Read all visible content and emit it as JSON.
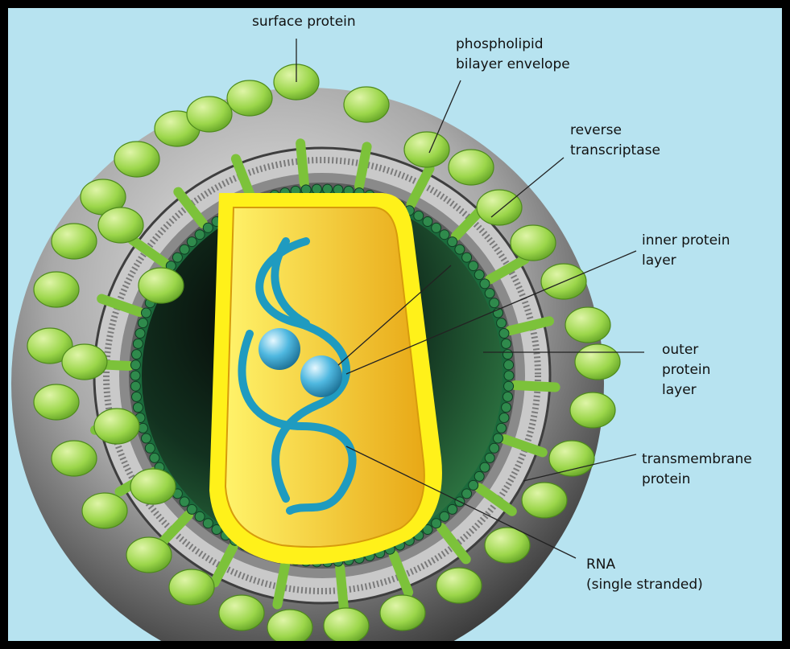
{
  "diagram": {
    "colors": {
      "background": "#b7e3f0",
      "frame": "#000000",
      "envelope_grey": "#8a8a8a",
      "shell_dark": "#3e3e3e",
      "protein_green": "#9bd64a",
      "protein_green_edge": "#4e8a1c",
      "capsid_yellow": "#ffe23a",
      "capsid_gold": "#f0b21f",
      "interior_dark": "#0e2a1c",
      "interior_green": "#2f7a44",
      "rna_blue": "#1f9bc0",
      "enzyme_blue": "#4fb8e0"
    },
    "labels": {
      "surface_protein": "surface protein",
      "phospholipid_1": "phospholipid",
      "phospholipid_2": "bilayer envelope",
      "reverse_1": "reverse",
      "reverse_2": "transcriptase",
      "inner_1": "inner protein",
      "inner_2": "layer",
      "outer_1": "outer",
      "outer_2": "protein",
      "outer_3": "layer",
      "transmembrane_1": "transmembrane",
      "transmembrane_2": "protein",
      "rna_1": "RNA",
      "rna_2": "(single stranded)"
    }
  }
}
